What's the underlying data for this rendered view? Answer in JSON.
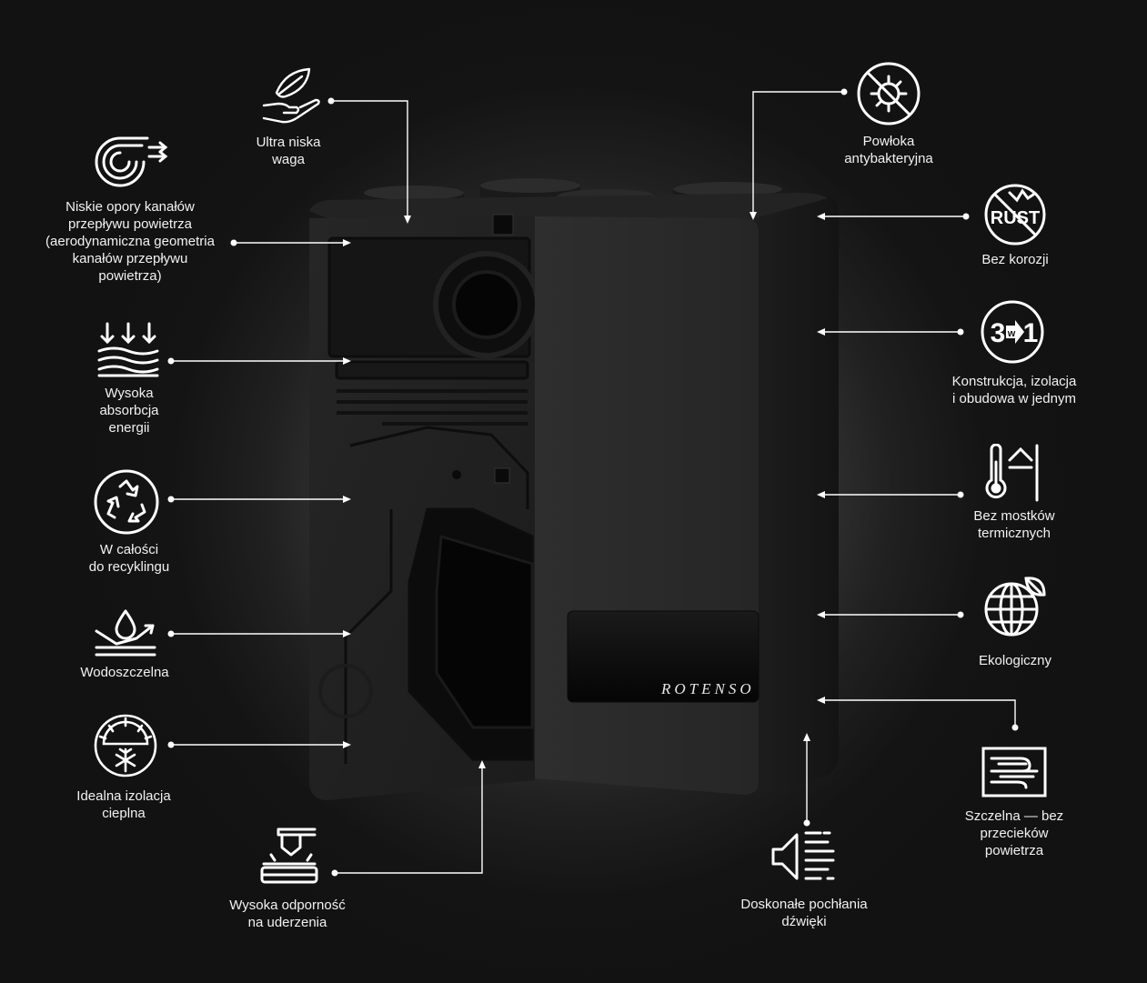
{
  "brand": {
    "logo_text": "ROTENSO"
  },
  "colors": {
    "background": "#151515",
    "line": "#ffffff",
    "device": "#2b2b2b"
  },
  "features": {
    "weight": {
      "line1": "Ultra niska",
      "line2": "waga",
      "icon": "leaf-hand-icon"
    },
    "airflow": {
      "line1": "Niskie opory kanałów",
      "line2": "przepływu powietrza",
      "line3": "(aerodynamiczna geometria",
      "line4": "kanałów przepływu",
      "line5": "powietrza)",
      "icon": "airflow-spiral-icon"
    },
    "absorption": {
      "line1": "Wysoka",
      "line2": "absorbcja",
      "line3": "energii",
      "icon": "arrows-waves-icon"
    },
    "recycling": {
      "line1": "W całości",
      "line2": "do recyklingu",
      "icon": "recycle-icon"
    },
    "waterproof": {
      "line1": "Wodoszczelna",
      "icon": "water-drop-icon"
    },
    "insulation": {
      "line1": "Idealna izolacja",
      "line2": "cieplna",
      "icon": "snowflake-sun-icon"
    },
    "impact": {
      "line1": "Wysoka odporność",
      "line2": "na uderzenia",
      "icon": "press-impact-icon"
    },
    "antibacterial": {
      "line1": "Powłoka",
      "line2": "antybakteryjna",
      "icon": "no-bacteria-icon"
    },
    "corrosion": {
      "line1": "Bez korozji",
      "icon": "no-rust-icon",
      "icon_text": "RUST"
    },
    "three_in_one": {
      "line1": "Konstrukcja, izolacja",
      "line2": "i obudowa w jednym",
      "icon": "three-in-one-icon",
      "icon_text_left": "3",
      "icon_text_mid": "w",
      "icon_text_right": "1"
    },
    "thermal_bridge": {
      "line1": "Bez mostków",
      "line2": "termicznych",
      "icon": "thermometer-icon"
    },
    "ecological": {
      "line1": "Ekologiczny",
      "icon": "globe-leaf-icon"
    },
    "sound": {
      "line1": "Doskonałe pochłania",
      "line2": "dźwięki",
      "icon": "speaker-waves-icon"
    },
    "sealed": {
      "line1": "Szczelna — bez",
      "line2": "przecieków",
      "line3": "powietrza",
      "icon": "air-flow-box-icon"
    }
  }
}
